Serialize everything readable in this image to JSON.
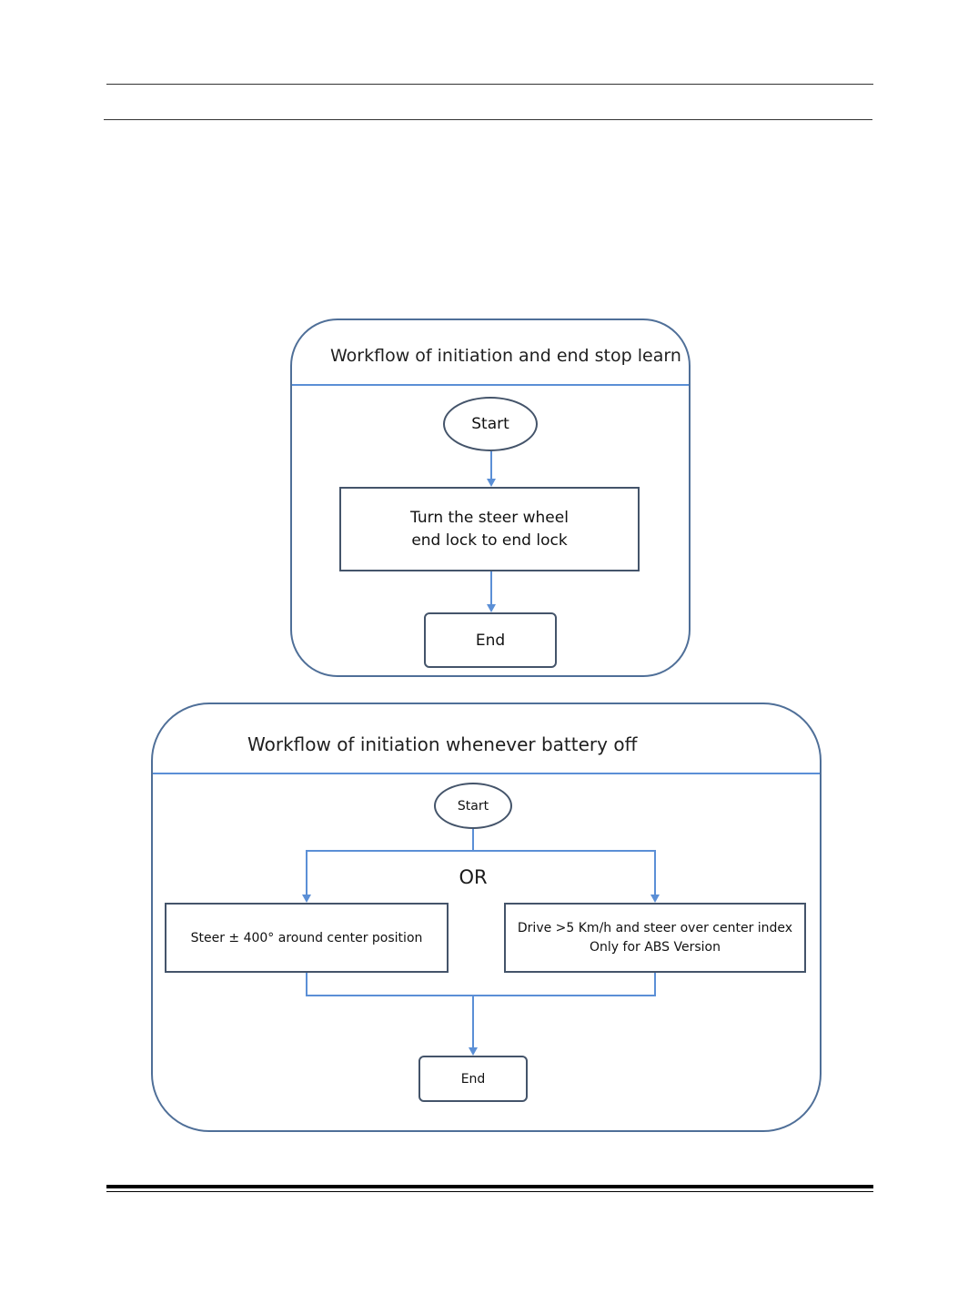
{
  "workflow1": {
    "title": "Workflow of initiation and end stop learn",
    "start": "Start",
    "step_line1": "Turn the steer wheel",
    "step_line2": "end lock to end lock",
    "end": "End"
  },
  "workflow2": {
    "title": "Workflow of initiation whenever battery off",
    "start": "Start",
    "or_label": "OR",
    "option_left": "Steer ± 400° around center position",
    "option_right_line1": "Drive >5 Km/h and steer over center index",
    "option_right_line2": "Only for ABS Version",
    "end": "End"
  },
  "colors": {
    "frame_border": "#4f6f98",
    "connector": "#5b8fd6",
    "box_border": "#44546a"
  }
}
